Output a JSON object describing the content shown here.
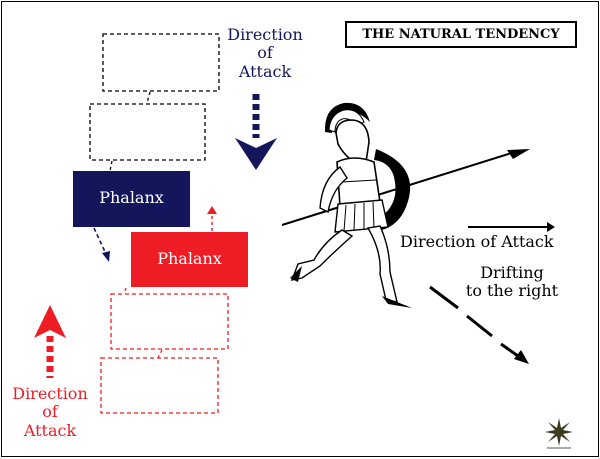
{
  "title": "THE NATURAL TENDENCY",
  "blue_phalanx": {
    "label": "Phalanx",
    "color": "#14165c"
  },
  "red_phalanx": {
    "label": "Phalanx",
    "color": "#ee1c24"
  },
  "blue_attack": {
    "line1": "Direction",
    "line2": "of",
    "line3": "Attack"
  },
  "red_attack": {
    "line1": "Direction",
    "line2": "of",
    "line3": "Attack"
  },
  "right_attack_label": "Direction of Attack",
  "drift": {
    "line1": "Drifting",
    "line2": "to the right"
  },
  "icons": [
    "hoplite-warrior-figure",
    "star-logo-icon"
  ]
}
